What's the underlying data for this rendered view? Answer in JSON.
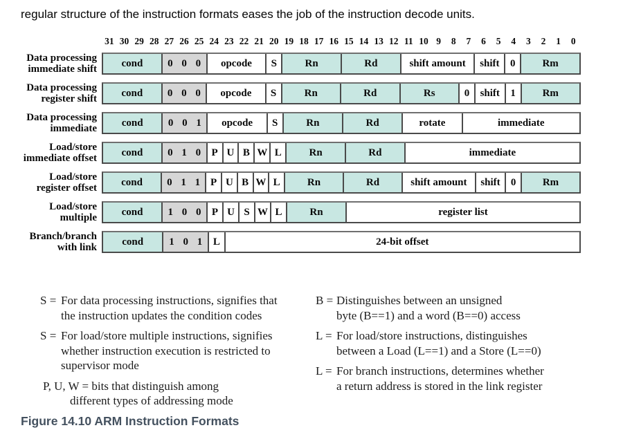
{
  "intro_text": "regular structure of the instruction formats eases the job of the instruction decode units.",
  "caption": "Figure 14.10 ARM Instruction Formats",
  "colors": {
    "teal": "#c8e7e2",
    "gray": "#d6d6d6",
    "white": "#ffffff",
    "border": "#4a4a4a",
    "caption_text": "#44515f"
  },
  "diagram": {
    "bit_numbers": [
      "31",
      "30",
      "29",
      "28",
      "27",
      "26",
      "25",
      "24",
      "23",
      "22",
      "21",
      "20",
      "19",
      "18",
      "17",
      "16",
      "15",
      "14",
      "13",
      "12",
      "11",
      "10",
      "9",
      "8",
      "7",
      "6",
      "5",
      "4",
      "3",
      "2",
      "1",
      "0"
    ],
    "rows": [
      {
        "label": [
          "Data processing",
          "immediate shift"
        ],
        "fields": [
          {
            "text": "cond",
            "bits": 4,
            "bg": "teal"
          },
          {
            "text": "0 0 0",
            "bits": 3,
            "bg": "gray",
            "spread": true
          },
          {
            "text": "opcode",
            "bits": 4,
            "bg": "white"
          },
          {
            "text": "S",
            "bits": 1,
            "bg": "white"
          },
          {
            "text": "Rn",
            "bits": 4,
            "bg": "teal"
          },
          {
            "text": "Rd",
            "bits": 4,
            "bg": "teal"
          },
          {
            "text": "shift amount",
            "bits": 5,
            "bg": "white"
          },
          {
            "text": "shift",
            "bits": 2,
            "bg": "white"
          },
          {
            "text": "0",
            "bits": 1,
            "bg": "white"
          },
          {
            "text": "Rm",
            "bits": 4,
            "bg": "teal"
          }
        ]
      },
      {
        "label": [
          "Data processing",
          "register shift"
        ],
        "fields": [
          {
            "text": "cond",
            "bits": 4,
            "bg": "teal"
          },
          {
            "text": "0 0 0",
            "bits": 3,
            "bg": "gray",
            "spread": true
          },
          {
            "text": "opcode",
            "bits": 4,
            "bg": "white"
          },
          {
            "text": "S",
            "bits": 1,
            "bg": "white"
          },
          {
            "text": "Rn",
            "bits": 4,
            "bg": "teal"
          },
          {
            "text": "Rd",
            "bits": 4,
            "bg": "teal"
          },
          {
            "text": "Rs",
            "bits": 4,
            "bg": "teal"
          },
          {
            "text": "0",
            "bits": 1,
            "bg": "white"
          },
          {
            "text": "shift",
            "bits": 2,
            "bg": "white"
          },
          {
            "text": "1",
            "bits": 1,
            "bg": "white"
          },
          {
            "text": "Rm",
            "bits": 4,
            "bg": "teal"
          }
        ]
      },
      {
        "label": [
          "Data processing",
          "immediate"
        ],
        "fields": [
          {
            "text": "cond",
            "bits": 4,
            "bg": "teal"
          },
          {
            "text": "0 0 1",
            "bits": 3,
            "bg": "gray",
            "spread": true
          },
          {
            "text": "opcode",
            "bits": 4,
            "bg": "white"
          },
          {
            "text": "S",
            "bits": 1,
            "bg": "white"
          },
          {
            "text": "Rn",
            "bits": 4,
            "bg": "teal"
          },
          {
            "text": "Rd",
            "bits": 4,
            "bg": "teal"
          },
          {
            "text": "rotate",
            "bits": 4,
            "bg": "white"
          },
          {
            "text": "immediate",
            "bits": 8,
            "bg": "white"
          }
        ]
      },
      {
        "label": [
          "Load/store",
          "immediate offset"
        ],
        "fields": [
          {
            "text": "cond",
            "bits": 4,
            "bg": "teal"
          },
          {
            "text": "0 1 0",
            "bits": 3,
            "bg": "gray",
            "spread": true
          },
          {
            "text": "P",
            "bits": 1,
            "bg": "white"
          },
          {
            "text": "U",
            "bits": 1,
            "bg": "white"
          },
          {
            "text": "B",
            "bits": 1,
            "bg": "white"
          },
          {
            "text": "W",
            "bits": 1,
            "bg": "white"
          },
          {
            "text": "L",
            "bits": 1,
            "bg": "white"
          },
          {
            "text": "Rn",
            "bits": 4,
            "bg": "teal"
          },
          {
            "text": "Rd",
            "bits": 4,
            "bg": "teal"
          },
          {
            "text": "immediate",
            "bits": 12,
            "bg": "white"
          }
        ]
      },
      {
        "label": [
          "Load/store",
          "register offset"
        ],
        "fields": [
          {
            "text": "cond",
            "bits": 4,
            "bg": "teal"
          },
          {
            "text": "0 1 1",
            "bits": 3,
            "bg": "gray",
            "spread": true
          },
          {
            "text": "P",
            "bits": 1,
            "bg": "white"
          },
          {
            "text": "U",
            "bits": 1,
            "bg": "white"
          },
          {
            "text": "B",
            "bits": 1,
            "bg": "white"
          },
          {
            "text": "W",
            "bits": 1,
            "bg": "white"
          },
          {
            "text": "L",
            "bits": 1,
            "bg": "white"
          },
          {
            "text": "Rn",
            "bits": 4,
            "bg": "teal"
          },
          {
            "text": "Rd",
            "bits": 4,
            "bg": "teal"
          },
          {
            "text": "shift amount",
            "bits": 5,
            "bg": "white"
          },
          {
            "text": "shift",
            "bits": 2,
            "bg": "white"
          },
          {
            "text": "0",
            "bits": 1,
            "bg": "white"
          },
          {
            "text": "Rm",
            "bits": 4,
            "bg": "teal"
          }
        ]
      },
      {
        "label": [
          "Load/store",
          "multiple"
        ],
        "fields": [
          {
            "text": "cond",
            "bits": 4,
            "bg": "teal"
          },
          {
            "text": "1 0 0",
            "bits": 3,
            "bg": "gray",
            "spread": true
          },
          {
            "text": "P",
            "bits": 1,
            "bg": "white"
          },
          {
            "text": "U",
            "bits": 1,
            "bg": "white"
          },
          {
            "text": "S",
            "bits": 1,
            "bg": "white"
          },
          {
            "text": "W",
            "bits": 1,
            "bg": "white"
          },
          {
            "text": "L",
            "bits": 1,
            "bg": "white"
          },
          {
            "text": "Rn",
            "bits": 4,
            "bg": "teal"
          },
          {
            "text": "register list",
            "bits": 16,
            "bg": "white"
          }
        ]
      },
      {
        "label": [
          "Branch/branch",
          "with link"
        ],
        "fields": [
          {
            "text": "cond",
            "bits": 4,
            "bg": "teal"
          },
          {
            "text": "1 0 1",
            "bits": 3,
            "bg": "gray",
            "spread": true
          },
          {
            "text": "L",
            "bits": 1,
            "bg": "white"
          },
          {
            "text": "24-bit offset",
            "bits": 24,
            "bg": "white"
          }
        ]
      }
    ]
  },
  "legend": {
    "left": [
      {
        "key": "S =",
        "lines": [
          "For data processing instructions, signifies that",
          "the instruction updates the condition codes"
        ]
      },
      {
        "key": "S =",
        "lines": [
          "For load/store multiple instructions, signifies",
          "whether instruction execution is restricted to",
          "supervisor mode"
        ]
      },
      {
        "key": "",
        "lines": [
          "P, U, W = bits that distinguish among",
          "different types of addressing mode"
        ]
      }
    ],
    "right": [
      {
        "key": "B =",
        "lines": [
          "Distinguishes between an unsigned",
          "byte (B==1) and a word (B==0) access"
        ]
      },
      {
        "key": "L =",
        "lines": [
          "For load/store instructions, distinguishes",
          "between a Load (L==1) and a Store (L==0)"
        ]
      },
      {
        "key": "L =",
        "lines": [
          "For branch instructions, determines whether",
          "a return address is stored in the link register"
        ]
      }
    ]
  }
}
